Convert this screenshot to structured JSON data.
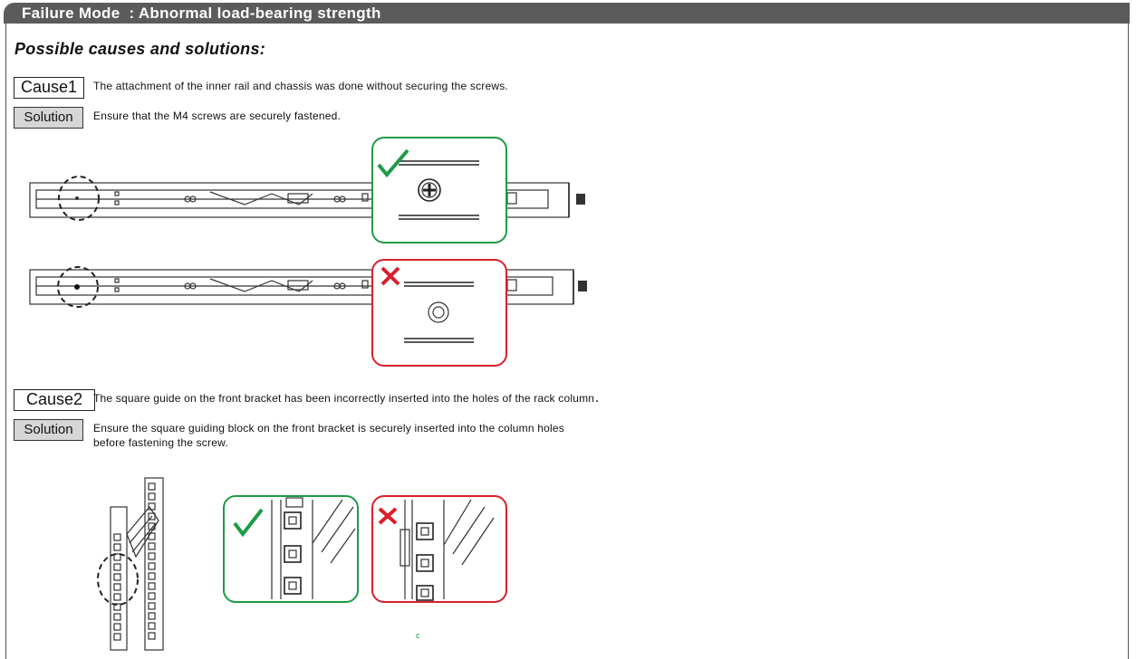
{
  "header": {
    "title": "Failure Mode  : Abnormal load-bearing strength"
  },
  "subtitle": "Possible causes and solutions",
  "subtitle_suffix": ":",
  "cause1": {
    "label": "Cause1",
    "text": "The attachment of the inner rail and chassis was done without securing the screws.",
    "solution_label": "Solution",
    "solution_text": "Ensure that the M4 screws are securely fastened."
  },
  "cause2": {
    "label": "Cause2",
    "text": "The square guide on the front bracket has been incorrectly inserted into the holes of the rack column．",
    "solution_label": "Solution",
    "solution_line1": "Ensure the square guiding block on the front bracket is securely inserted into the column holes",
    "solution_line2": "before fastening the screw."
  },
  "icons": {
    "correct": "check-mark-icon",
    "incorrect": "cross-mark-icon"
  },
  "colors": {
    "header": "#5b5b5b",
    "correct": "#1f9a45",
    "incorrect": "#d9202a",
    "solution_tag": "#d6d6d6"
  },
  "footer_mark": "c"
}
